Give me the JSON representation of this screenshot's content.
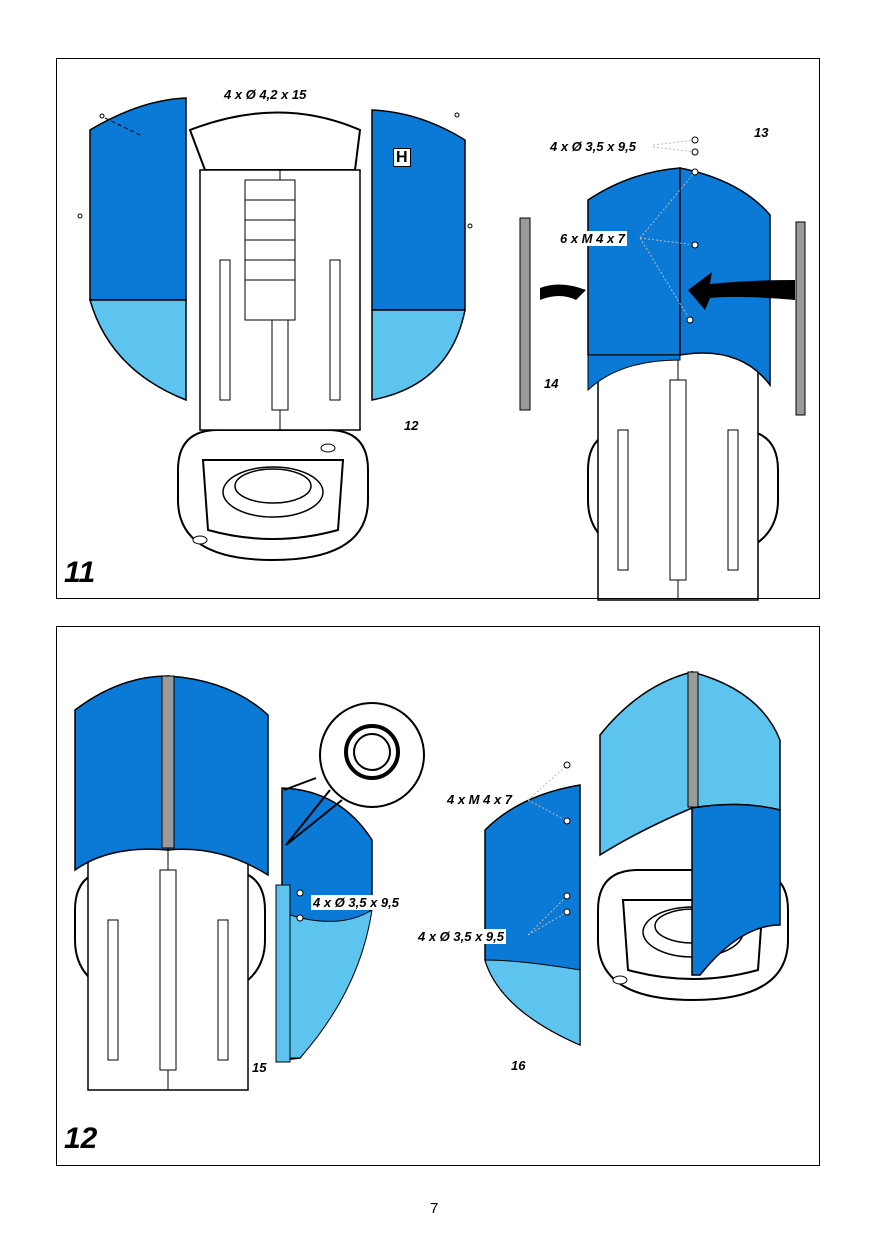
{
  "figures": [
    {
      "number": "11",
      "labels": {
        "screws_top": "4 x Ø 4,2 x 15",
        "marker_h": "H",
        "step_12": "12",
        "step_13": "13",
        "step_14": "14",
        "screws_right": "4 x Ø 3,5 x 9,5",
        "bolts_right": "6 x M 4 x 7"
      }
    },
    {
      "number": "12",
      "labels": {
        "screws_left": "4 x Ø 3,5 x 9,5",
        "bolts_right": "4 x M 4 x 7",
        "screws_right": "4 x Ø 3,5 x 9,5",
        "step_15": "15",
        "step_16": "16"
      }
    }
  ],
  "page_number": "7",
  "colors": {
    "dark_blue": "#0a7ad6",
    "light_blue": "#5cc4ee",
    "rail_gray": "#9a9a9a"
  }
}
